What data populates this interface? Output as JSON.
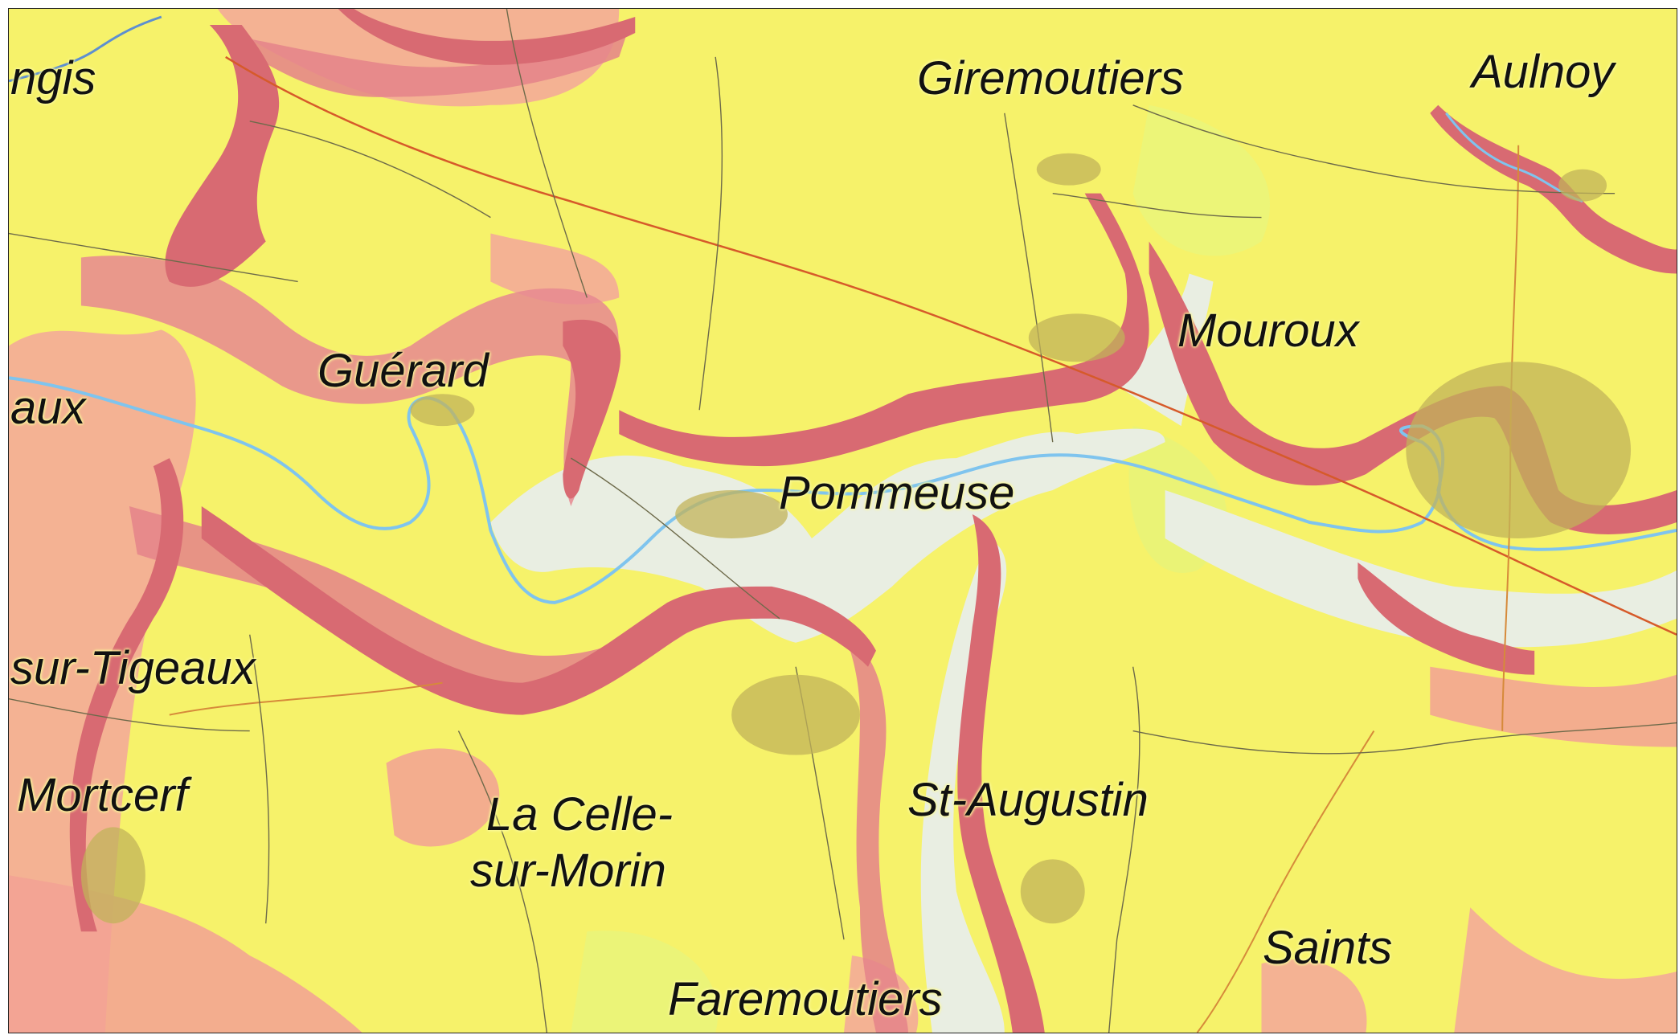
{
  "map": {
    "colors": {
      "plateau": "#f6f26a",
      "plateau_light": "#eef77f",
      "slope_light": "#f3a79a",
      "slope_medium": "#e9868a",
      "slope_strong": "#d86a72",
      "valley_floor": "#e8efe4",
      "river": "#7fc4ee",
      "road_major": "#d65a2a",
      "road_minor": "#6d6a4a",
      "urban": "#c2b35a"
    },
    "towns": [
      {
        "id": "giremoutiers",
        "label": "Giremoutiers"
      },
      {
        "id": "aulnoy",
        "label": "Aulnoy"
      },
      {
        "id": "ngis",
        "label": "ngis"
      },
      {
        "id": "guerard",
        "label": "Guérard"
      },
      {
        "id": "aux",
        "label": "aux"
      },
      {
        "id": "mouroux",
        "label": "Mouroux"
      },
      {
        "id": "pommeuse",
        "label": "Pommeuse"
      },
      {
        "id": "sur-tigeaux",
        "label": "sur-Tigeaux"
      },
      {
        "id": "mortcerf",
        "label": "Mortcerf"
      },
      {
        "id": "la-celle-line1",
        "label": "La Celle-"
      },
      {
        "id": "la-celle-line2",
        "label": "sur-Morin"
      },
      {
        "id": "st-augustin",
        "label": "St-Augustin"
      },
      {
        "id": "saints",
        "label": "Saints"
      },
      {
        "id": "faremoutiers",
        "label": "Faremoutiers"
      }
    ]
  }
}
